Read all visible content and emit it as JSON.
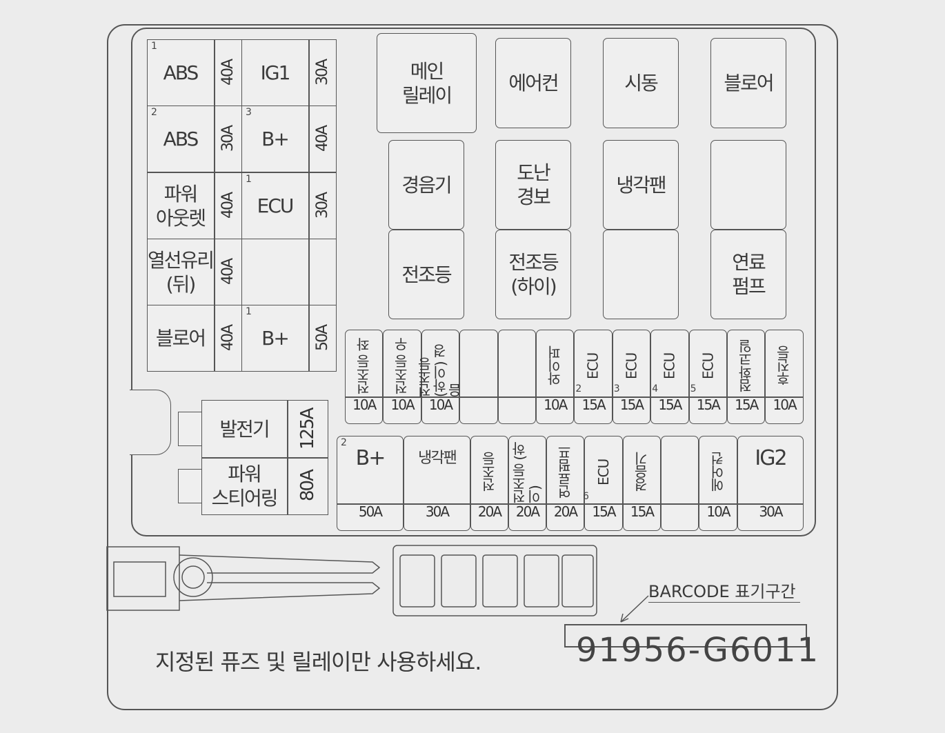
{
  "left_fuses": [
    {
      "num": "1",
      "label": "ABS",
      "amp": "40A"
    },
    {
      "num": "",
      "label": "IG1",
      "amp": "30A"
    },
    {
      "num": "2",
      "label": "ABS",
      "amp": "30A"
    },
    {
      "num": "3",
      "label": "B+",
      "amp": "40A"
    },
    {
      "num": "",
      "label": "파워\n아웃렛",
      "amp": "40A"
    },
    {
      "num": "1",
      "label": "ECU",
      "amp": "30A"
    },
    {
      "num": "",
      "label": "열선유리\n(뒤)",
      "amp": "40A"
    },
    {
      "num": "",
      "label": "",
      "amp": ""
    },
    {
      "num": "",
      "label": "블로어",
      "amp": "40A"
    },
    {
      "num": "1",
      "label": "B+",
      "amp": "50A"
    }
  ],
  "relays": [
    {
      "label": "메인\n릴레이"
    },
    {
      "label": "에어컨"
    },
    {
      "label": "시동"
    },
    {
      "label": "블로어"
    },
    {
      "label": "경음기"
    },
    {
      "label": "도난\n경보"
    },
    {
      "label": "냉각팬"
    },
    {
      "label": ""
    },
    {
      "label": "전조등"
    },
    {
      "label": "전조등\n(하이)"
    },
    {
      "label": ""
    },
    {
      "label": "연료\n펌프"
    }
  ],
  "fuse_row1": [
    {
      "num": "",
      "label": "전조등 좌",
      "amp": "10A"
    },
    {
      "num": "",
      "label": "전조등 우",
      "amp": "10A"
    },
    {
      "num": "",
      "label": "전조등\n(하이) 경음",
      "amp": "10A"
    },
    {
      "num": "",
      "label": "",
      "amp": ""
    },
    {
      "num": "",
      "label": "",
      "amp": ""
    },
    {
      "num": "",
      "label": "와이퍼",
      "amp": "10A"
    },
    {
      "num": "2",
      "label": "ECU",
      "amp": "15A"
    },
    {
      "num": "3",
      "label": "ECU",
      "amp": "15A"
    },
    {
      "num": "4",
      "label": "ECU",
      "amp": "15A"
    },
    {
      "num": "5",
      "label": "ECU",
      "amp": "15A"
    },
    {
      "num": "",
      "label": "점화코일",
      "amp": "15A"
    },
    {
      "num": "",
      "label": "후진등",
      "amp": "10A"
    }
  ],
  "fuse_row2": [
    {
      "num": "2",
      "label": "B+",
      "amp": "50A"
    },
    {
      "num": "",
      "label": "냉각팬",
      "amp": "30A"
    },
    {
      "num": "",
      "label": "전조등",
      "amp": "20A"
    },
    {
      "num": "",
      "label": "전조등 (하이)",
      "amp": "20A"
    },
    {
      "num": "",
      "label": "연료펌프",
      "amp": "20A"
    },
    {
      "num": "6",
      "label": "ECU",
      "amp": "15A"
    },
    {
      "num": "",
      "label": "경음기",
      "amp": "15A"
    },
    {
      "num": "",
      "label": "",
      "amp": ""
    },
    {
      "num": "",
      "label": "에어컨",
      "amp": "10A"
    },
    {
      "num": "",
      "label": "IG2",
      "amp": "30A"
    }
  ],
  "big_fuses": [
    {
      "label": "발전기",
      "amp": "125A"
    },
    {
      "label": "파워\n스티어링",
      "amp": "80A"
    }
  ],
  "notice": "지정된 퓨즈 및 릴레이만 사용하세요.",
  "barcode_label": "BARCODE 표기구간",
  "part_number": "91956-G6011"
}
